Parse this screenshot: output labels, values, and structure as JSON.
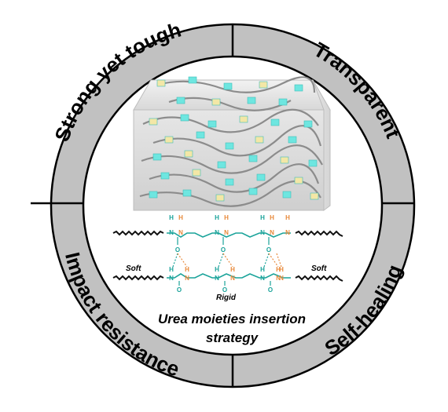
{
  "ring": {
    "segments": [
      {
        "id": "strong",
        "text": "Strong  yet  tough"
      },
      {
        "id": "transparent",
        "text": "Transparent"
      },
      {
        "id": "selfheal",
        "text": "Self-healing"
      },
      {
        "id": "impact",
        "text": "Impact  resistance"
      }
    ]
  },
  "chem": {
    "soft_left": "Soft",
    "soft_right": "Soft",
    "rigid": "Rigid",
    "atom_h": "H",
    "atom_n": "N",
    "atom_o": "O"
  },
  "caption": {
    "line1": "Urea moieties insertion",
    "line2": "strategy"
  },
  "colors": {
    "ring_fill": "#c1c1c1",
    "teal": "#1aa39a",
    "orange": "#e8893a"
  }
}
